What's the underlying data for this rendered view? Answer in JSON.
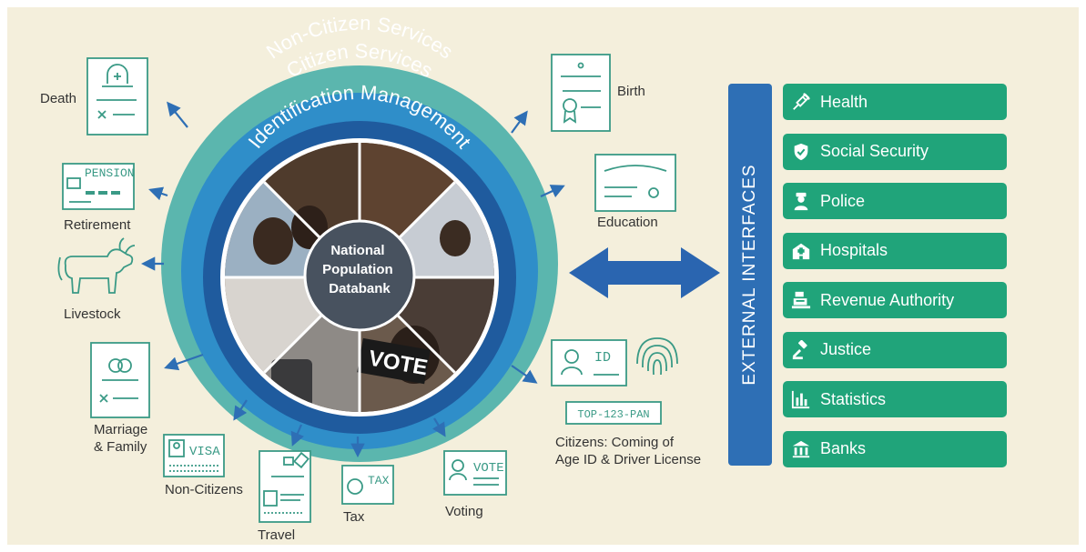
{
  "rings": {
    "outer": "Non-Citizen Services",
    "middle": "Citizen Services",
    "inner": "Identification Management"
  },
  "center": {
    "line1": "National",
    "line2": "Population",
    "line3": "Databank",
    "vote_sign": "VOTE"
  },
  "left_items": {
    "death": "Death",
    "retirement": "Retirement",
    "livestock": "Livestock",
    "marriage": "Marriage\n& Family",
    "non_citizens": "Non-Citizens",
    "travel": "Travel",
    "tax": "Tax",
    "voting": "Voting"
  },
  "right_items": {
    "birth": "Birth",
    "education": "Education",
    "citizens_id": "Citizens: Coming of\nAge ID & Driver License"
  },
  "icon_texts": {
    "pension": "PENSION",
    "visa": "VISA",
    "tax": "TAX",
    "vote": "VOTE",
    "id": "ID",
    "plate": "TOP-123-PAN"
  },
  "external": {
    "title": "EXTERNAL INTERFACES",
    "items": [
      {
        "label": "Health",
        "icon": "syringe-icon"
      },
      {
        "label": "Social Security",
        "icon": "shield-icon"
      },
      {
        "label": "Police",
        "icon": "police-officer-icon"
      },
      {
        "label": "Hospitals",
        "icon": "hospital-icon"
      },
      {
        "label": "Revenue Authority",
        "icon": "cash-register-icon"
      },
      {
        "label": "Justice",
        "icon": "gavel-icon"
      },
      {
        "label": "Statistics",
        "icon": "bar-chart-icon"
      },
      {
        "label": "Banks",
        "icon": "bank-icon"
      }
    ]
  },
  "colors": {
    "background": "#f4efdc",
    "outer_ring": "#5bb6ae",
    "middle_ring": "#2f8ec9",
    "inner_ring": "#1f5b9e",
    "arrow": "#2e6fb5",
    "service_box": "#20a47a",
    "icon_stroke": "#3a9a86"
  }
}
